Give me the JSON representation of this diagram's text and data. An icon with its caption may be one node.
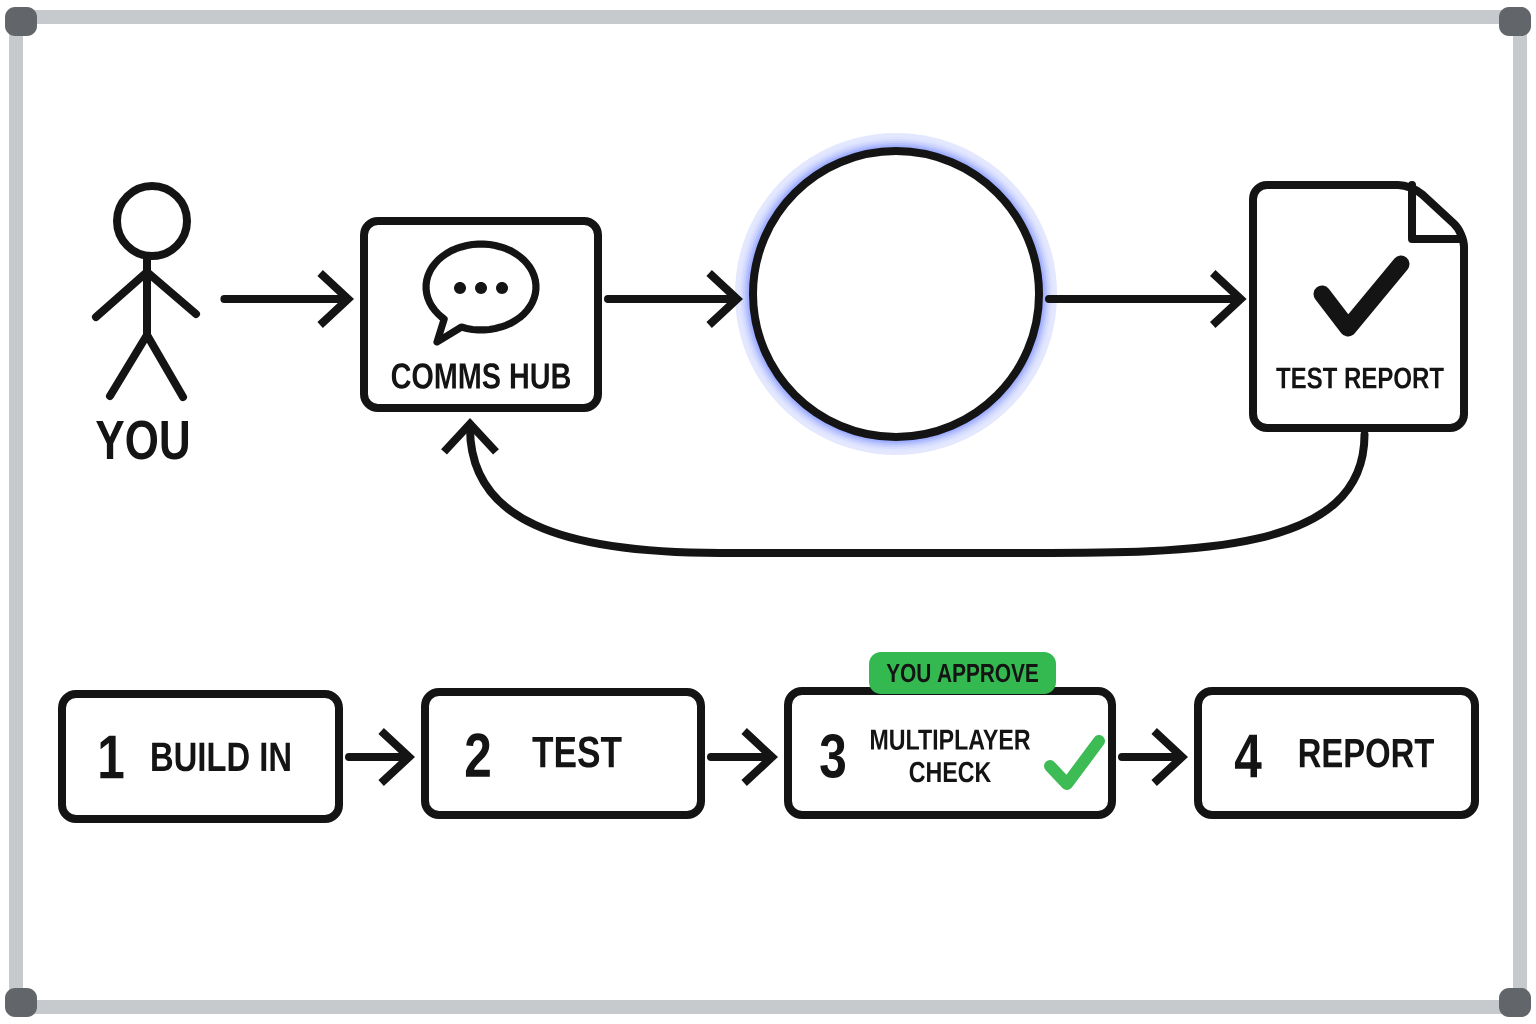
{
  "diagram": {
    "nodes": [
      {
        "text": [
          "YOU"
        ]
      },
      {
        "text": [
          "COMMS HUB"
        ]
      },
      {
        "text": [],
        "shape": "circle"
      },
      {
        "text": [
          "TEST REPORT"
        ]
      },
      {
        "text": [
          "1",
          "BUILD IN"
        ]
      },
      {
        "text": [
          "2",
          "TEST"
        ]
      },
      {
        "text": [
          "3",
          "MULTIPLAYER CHECK"
        ]
      },
      {
        "text": [
          "YOU APPROVE"
        ]
      },
      {
        "text": [
          "4",
          "REPORT"
        ]
      }
    ],
    "edges": [
      {
        "from": 0,
        "to": 1,
        "arrow": "to"
      },
      {
        "from": 1,
        "to": 2,
        "arrow": "to"
      },
      {
        "from": 2,
        "to": 3,
        "arrow": "to"
      },
      {
        "from": 3,
        "to": 1,
        "arrow": "to"
      },
      {
        "from": 4,
        "to": 5,
        "arrow": "to"
      },
      {
        "from": 5,
        "to": 6,
        "arrow": "to"
      },
      {
        "from": 6,
        "to": 8,
        "arrow": "to"
      }
    ]
  }
}
